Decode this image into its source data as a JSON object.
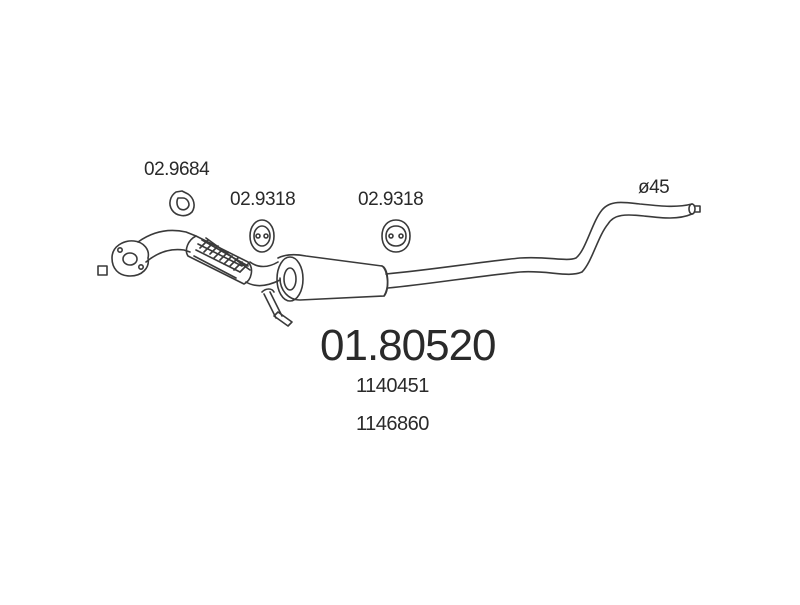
{
  "part_labels": {
    "gasket": "02.9684",
    "hanger_left": "02.9318",
    "hanger_right": "02.9318",
    "diameter": "ø45"
  },
  "main_part_number": "01.80520",
  "oem_numbers": [
    "1140451",
    "1146860"
  ],
  "colors": {
    "line": "#3a3a3a",
    "text": "#2a2a2a",
    "background": "#ffffff"
  }
}
